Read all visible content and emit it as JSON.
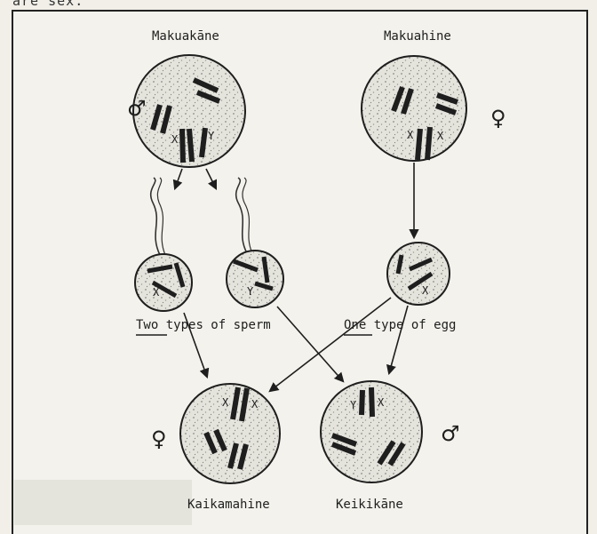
{
  "page_top_text": "are sex.",
  "parents": {
    "male_label": "Makuakāne",
    "female_label": "Makuahine",
    "male_symbol": "♂",
    "female_symbol": "♀"
  },
  "gametes": {
    "sperm_x_letter": "X",
    "sperm_y_letter": "Y",
    "egg_letter": "X",
    "sperm_caption_emph": "Two",
    "sperm_caption_rest": "types of sperm",
    "egg_caption_emph": "One",
    "egg_caption_rest": "type of egg"
  },
  "offspring": {
    "daughter_label": "Kaikamahine",
    "son_label": "Keikikāne",
    "daughter_symbol": "♀",
    "son_symbol": "♂"
  },
  "chromosome_letters": {
    "x": "X",
    "y": "Y"
  },
  "colors": {
    "ink": "#1e1e1e",
    "paper": "#f3f2ec",
    "cell_fill": "#e2e1da"
  }
}
